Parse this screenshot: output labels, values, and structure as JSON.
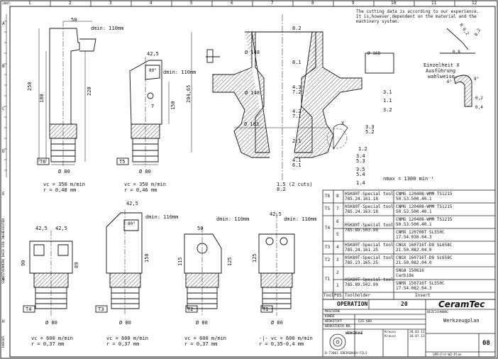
{
  "frame": {
    "col_numbers": [
      "1",
      "2",
      "3",
      "4",
      "5",
      "6",
      "7",
      "8",
      "9",
      "10",
      "11",
      "12"
    ],
    "row_letters": [
      "A",
      "B",
      "C",
      "D",
      "E",
      "F",
      "G",
      "H"
    ],
    "corner_code": "2005",
    "left_margin_notes": [
      "SCHUTZVERMERK NACH DIN 34 BEACHTEN",
      "HA0105"
    ]
  },
  "note_top_right": [
    "The cutting data is according to our experience.",
    "It is,however,dependent on the material and the",
    "machinery system."
  ],
  "detail": {
    "title": [
      "Einzelheit X",
      "Ausführung",
      "wahlweise"
    ],
    "dims": [
      "R 0,2",
      "0,2",
      "0,8",
      "8°",
      "6°",
      "0,2",
      "0,4"
    ]
  },
  "part": {
    "dims": [
      "8.2",
      "8.1",
      "4.3",
      "7.2",
      "4.2",
      "7.1",
      "2.1",
      "4.1",
      "6.1",
      "1.5 (2 cuts)",
      "8.2",
      "Ø 148",
      "Ø 148",
      "Ø 183",
      "Ø 168",
      "204,65",
      "3.1",
      "1.1",
      "3.2",
      "3.3",
      "5.2",
      "1.2",
      "3.4",
      "5.3",
      "3.5",
      "5.4",
      "1.4",
      "X"
    ],
    "speed": "nmax = 1300 min⁻¹"
  },
  "tools": [
    {
      "id": "T6",
      "dims": [
        "50",
        "dmin: 110mm",
        "250",
        "180",
        "220",
        "Ø 80"
      ],
      "cut": [
        "vc = 350 m/min",
        "r = 0,48 mm"
      ]
    },
    {
      "id": "T5",
      "dims": [
        "42,5",
        "80°",
        "dmin: 110mm",
        "150",
        "7",
        "Ø 80"
      ],
      "cut": [
        "vc = 350 m/min",
        "r = 0,46 mm"
      ]
    },
    {
      "id": "T4",
      "dims": [
        "42,5",
        "42,5",
        "90",
        "89",
        "Ø 80"
      ],
      "cut": [
        "vc = 600 m/min",
        "r = 0,37 mm"
      ]
    },
    {
      "id": "T3",
      "dims": [
        "42,5",
        "80°",
        "dmin: 110mm",
        "150",
        "Ø 80"
      ],
      "cut": [
        "vc = 600 m/min",
        "r = 0,37 mm"
      ]
    },
    {
      "id": "T2",
      "dims": [
        "50",
        "dmin: 110mm",
        "115",
        "125",
        "Ø 80"
      ],
      "cut": [
        "vc = 600 m/min",
        "r = 0,37 mm"
      ]
    },
    {
      "id": "T1",
      "dims": [
        "42,5",
        "dmin: 110mm",
        "125",
        "Ø 80"
      ],
      "cut": [
        "-|- vc = 600 m/min",
        "r = 0,35-0,4 mm"
      ]
    }
  ],
  "tool_table": {
    "headers": [
      "Tool",
      "POS",
      "Toolholder",
      "Insert"
    ],
    "rows": [
      {
        "tool": "T6",
        "pos": "8",
        "holder": [
          "HSK80T-Special tool",
          "785.24.161.18"
        ],
        "insert": [
          "CNMG 120408-WMM  TS1215",
          "50.53.500.40.1"
        ]
      },
      {
        "tool": "T5",
        "pos": "7",
        "holder": [
          "HSK80T-Special tool",
          "785.24.163.18"
        ],
        "insert": [
          "CNMG 120408-WMM  TS1215",
          "50.53.500.40.1"
        ]
      },
      {
        "tool": "T4",
        "pos": "6",
        "holder": [
          "HSK80T-Special tool",
          "785.89.503.99"
        ],
        "insert": [
          "CNMG 120408-WMM  TS1215",
          "50.53.500.40.1"
        ]
      },
      {
        "tool": "",
        "pos": "5",
        "holder": [],
        "insert": [
          "CNMX 120708T  SL550C",
          "17.54.030.04.3"
        ]
      },
      {
        "tool": "T3",
        "pos": "4",
        "holder": [
          "HSK80T-Special tool",
          "785.24.161.25"
        ],
        "insert": [
          "CNGX 160716T-DO  SL658C",
          "21.50.082.04.0"
        ]
      },
      {
        "tool": "T2",
        "pos": "3",
        "holder": [
          "HSK80T-Special tool",
          "785.23.165.25"
        ],
        "insert": [
          "CNGX 160716T-DO  SL658C",
          "21.50.082.04.0"
        ]
      },
      {
        "tool": "T1",
        "pos": "2",
        "holder": [],
        "insert": [
          "SNGA 150616",
          "Carbide"
        ]
      },
      {
        "tool": "",
        "pos": "1",
        "holder": [
          "HSK80T-Special tool",
          "785.89.502.99"
        ],
        "insert": [
          "SNMX 150716T  SL550C",
          "17.54.082.04.3"
        ]
      }
    ]
  },
  "title_block": {
    "operation_label": "OPERATION",
    "operation_no": "20",
    "brand": "CeramTec",
    "title": "Werkzeugplan",
    "fields": [
      "MASCHINE",
      "KUNDE",
      "WERKSTOFF",
      "WERKSTUECK-NR."
    ],
    "material": "GJS 600",
    "bezeichnung": "BEZEICHNUNG",
    "sheet_no": "08",
    "company": "D-73061 EBERSBACH-FILS",
    "wz": "WERKZEUGE",
    "dates": [
      "28.03.12",
      "18.07.12"
    ],
    "names": [
      "Krauss",
      "Krauss"
    ],
    "footer": "SPR-Fre-WZ-Plan"
  }
}
